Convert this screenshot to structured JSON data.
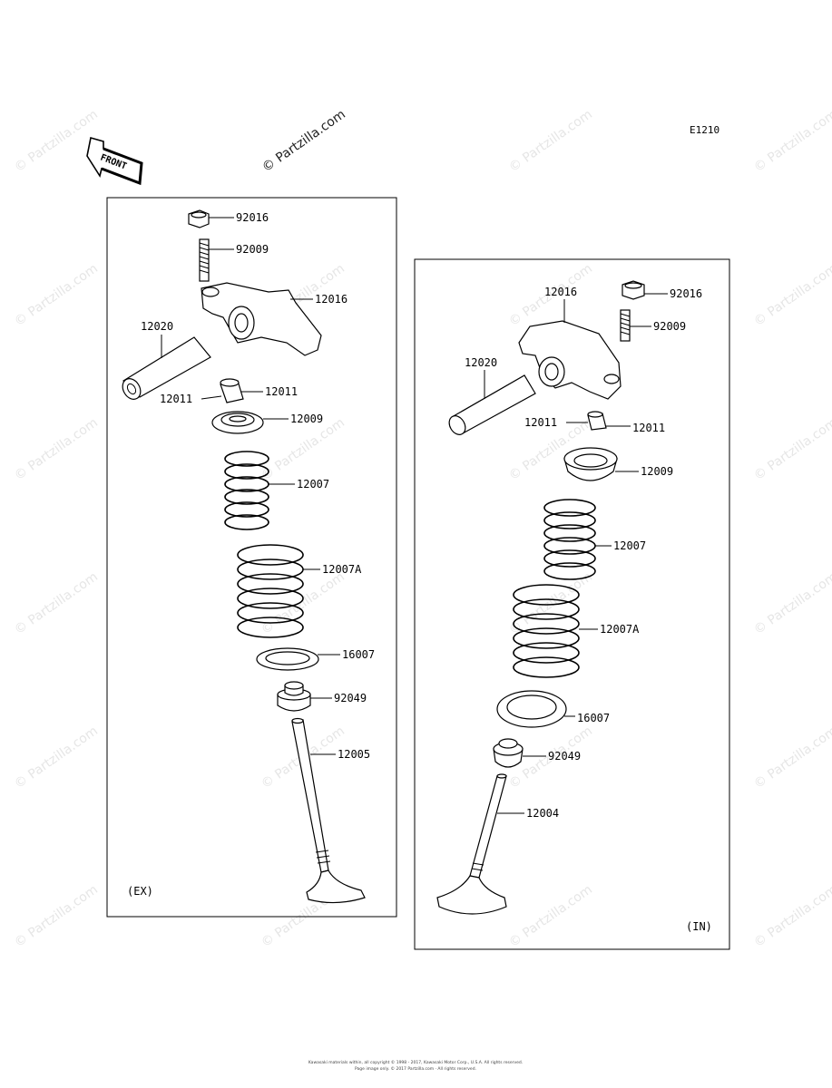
{
  "diagram_code": "E1210",
  "watermark_text": "© Partzilla.com",
  "front_label": "FRONT",
  "footer": {
    "line1": "Kawasaki materials within, all copyright © 1998 - 2017, Kawasaki Motor Corp., U.S.A. All rights reserved.",
    "line2": "Page image only. © 2017 Partzilla.com · All rights reserved."
  },
  "panels": {
    "exhaust": {
      "tag": "(EX)",
      "labels": {
        "nut": "92016",
        "stud": "92009",
        "rocker_arm": "12016",
        "shaft": "12020",
        "cotter_left": "12011",
        "cotter_right": "12011",
        "retainer": "12009",
        "inner_spring": "12007",
        "outer_spring": "12007A",
        "seat": "16007",
        "oil_seal": "92049",
        "valve": "12005"
      }
    },
    "intake": {
      "tag": "(IN)",
      "labels": {
        "nut": "92016",
        "stud": "92009",
        "rocker_arm": "12016",
        "shaft": "12020",
        "cotter_left": "12011",
        "cotter_right": "12011",
        "retainer": "12009",
        "inner_spring": "12007",
        "outer_spring": "12007A",
        "seat": "16007",
        "oil_seal": "92049",
        "valve": "12004"
      }
    }
  }
}
